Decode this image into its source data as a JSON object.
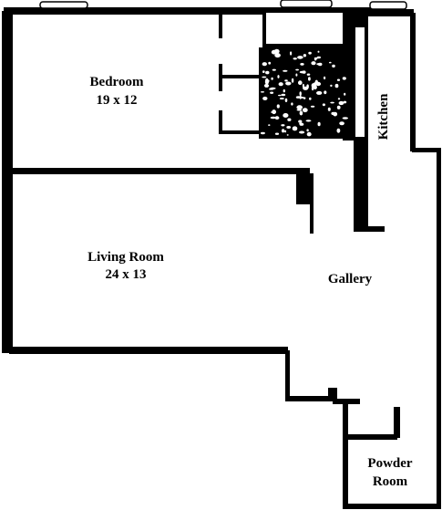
{
  "plan": {
    "rooms": [
      {
        "id": "bedroom",
        "name": "Bedroom",
        "size": "19 x 12"
      },
      {
        "id": "living-room",
        "name": "Living Room",
        "size": "24 x 13"
      },
      {
        "id": "gallery",
        "name": "Gallery"
      },
      {
        "id": "kitchen",
        "name": "Kitchen"
      },
      {
        "id": "powder-room",
        "name": "Powder Room",
        "name_lines": [
          "Powder",
          "Room"
        ]
      }
    ]
  },
  "colors": {
    "wall": "#000000",
    "background": "#ffffff"
  }
}
